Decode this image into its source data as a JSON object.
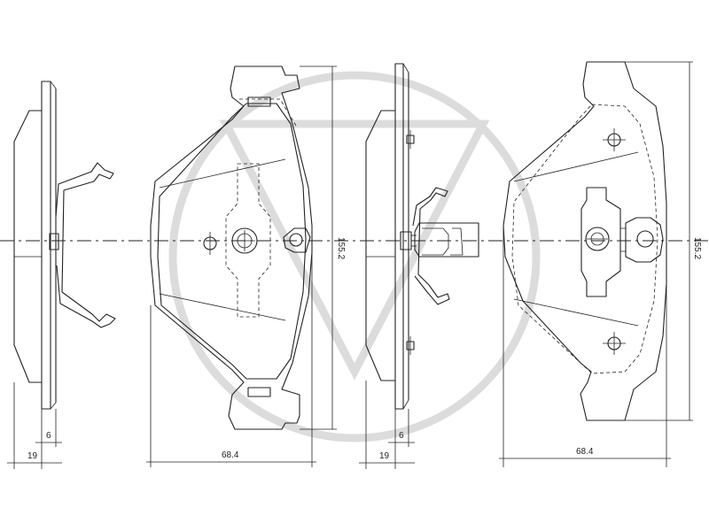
{
  "dimensions": {
    "side_left_thickness": "19",
    "side_left_plate": "6",
    "front_width": "68.4",
    "front_height": "155.2",
    "side_right_thickness": "19",
    "side_right_plate": "6",
    "back_width": "68.4",
    "back_height": "155.2"
  },
  "colors": {
    "line": "#222222",
    "watermark": "#dcdcdc",
    "background": "#ffffff"
  }
}
